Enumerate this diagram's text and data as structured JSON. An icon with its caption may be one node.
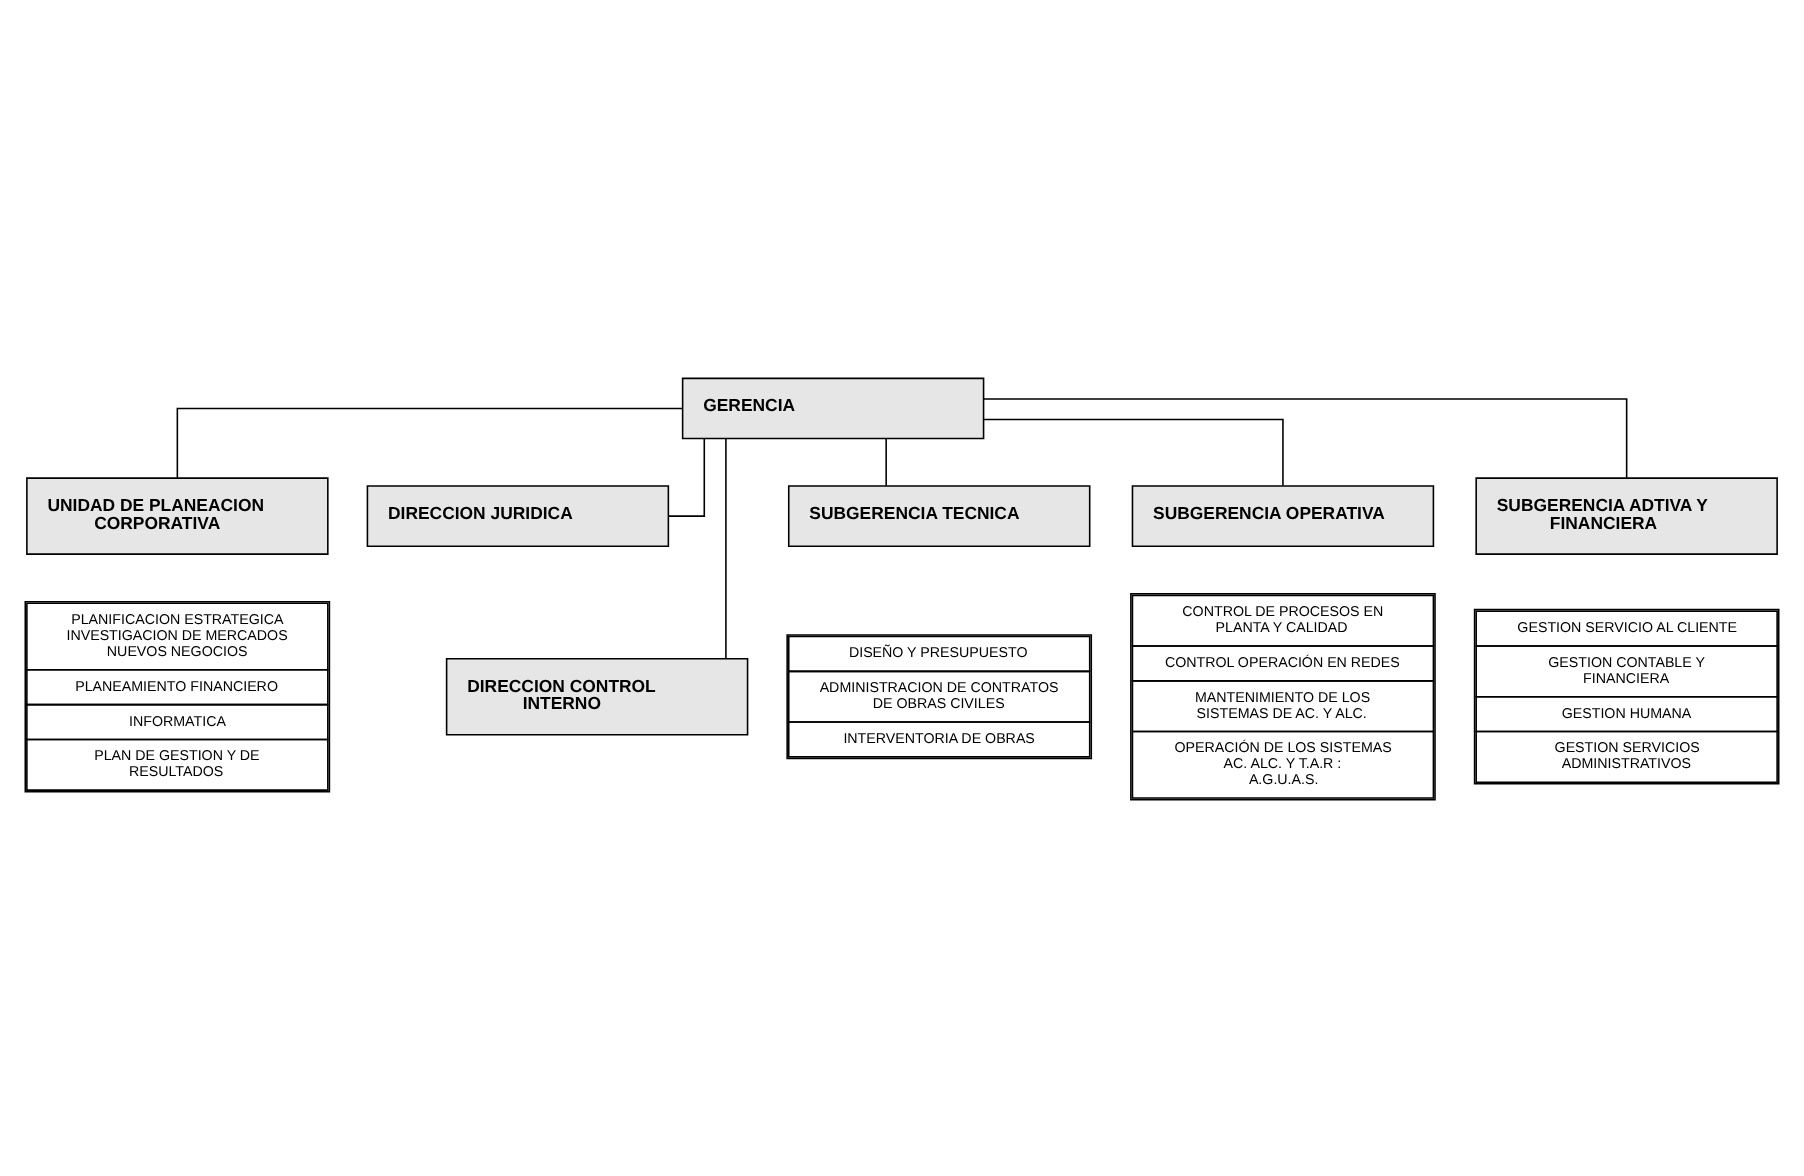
{
  "diagram": {
    "nodes": [
      {
        "text": [
          "GERENCIA"
        ]
      },
      {
        "text": [
          "UNIDAD DE PLANEACION CORPORATIVA"
        ]
      },
      {
        "text": [
          "PLANIFICACION ESTRATEGICA INVESTIGACION DE MERCADOS NUEVOS NEGOCIOS",
          "PLANEAMIENTO FINANCIERO",
          "INFORMATICA",
          "PLAN DE GESTION Y DE RESULTADOS"
        ]
      },
      {
        "text": [
          "DIRECCION JURIDICA"
        ]
      },
      {
        "text": [
          "DIRECCION CONTROL INTERNO"
        ]
      },
      {
        "text": [
          "SUBGERENCIA TECNICA"
        ]
      },
      {
        "text": [
          "DISEÑO Y PRESUPUESTO",
          "ADMINISTRACION DE CONTRATOS DE OBRAS CIVILES",
          "INTERVENTORIA DE OBRAS"
        ]
      },
      {
        "text": [
          "SUBGERENCIA OPERATIVA"
        ]
      },
      {
        "text": [
          "CONTROL DE PROCESOS EN PLANTA Y CALIDAD",
          "CONTROL OPERACIÓN EN REDES",
          "MANTENIMIENTO DE LOS SISTEMAS DE AC. Y ALC.",
          "OPERACIÓN DE LOS SISTEMAS AC. ALC. Y T.A.R : A.G.U.A.S."
        ]
      },
      {
        "text": [
          "SUBGERENCIA ADTIVA Y FINANCIERA"
        ]
      },
      {
        "text": [
          "GESTION SERVICIO AL CLIENTE",
          "GESTION CONTABLE Y FINANCIERA",
          "GESTION HUMANA",
          "GESTION SERVICIOS ADMINISTRATIVOS"
        ]
      }
    ],
    "edges": [
      {
        "from": 0,
        "to": 1,
        "arrow": "none"
      },
      {
        "from": 0,
        "to": 3,
        "arrow": "none"
      },
      {
        "from": 0,
        "to": 4,
        "arrow": "none"
      },
      {
        "from": 0,
        "to": 5,
        "arrow": "none"
      },
      {
        "from": 0,
        "to": 7,
        "arrow": "none"
      },
      {
        "from": 0,
        "to": 9,
        "arrow": "none"
      }
    ]
  }
}
